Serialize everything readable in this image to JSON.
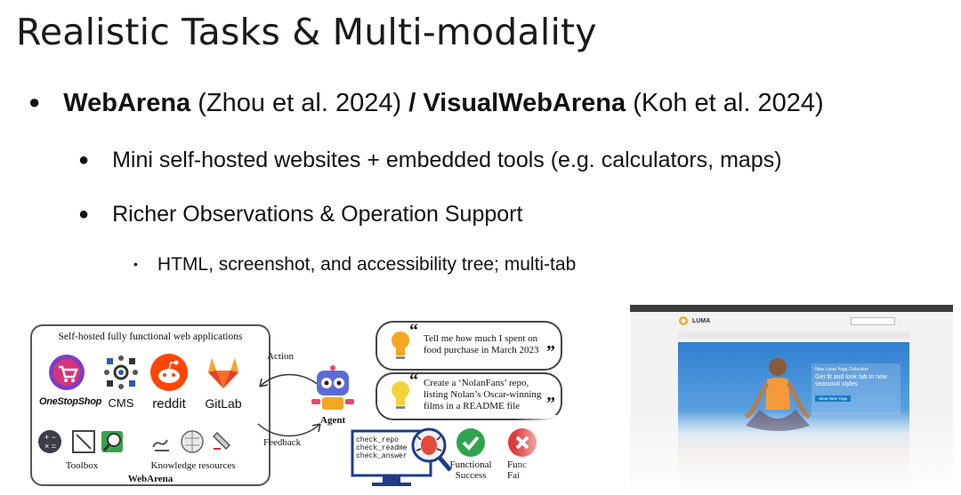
{
  "slide": {
    "title": "Realistic Tasks & Multi-modality",
    "bullets": {
      "l1": {
        "bold1": "WebArena",
        "cite1": " (Zhou et al. 2024) ",
        "slash": "/",
        "bold2": " VisualWebArena",
        "cite2": " (Koh et al. 2024)"
      },
      "l2a": "Mini self-hosted websites + embedded tools (e.g. calculators, maps)",
      "l2b": "Richer Observations & Operation Support",
      "l3": "HTML, screenshot, and accessibility tree; multi-tab"
    },
    "bullet_glyph": "●",
    "small_bullet_glyph": "•"
  },
  "figure": {
    "box_title": "Self-hosted fully functional web applications",
    "box_footer": "WebArena",
    "apps": [
      "OneStopShop",
      "CMS",
      "reddit",
      "GitLab"
    ],
    "toolbox_label": "Toolbox",
    "knowledge_label": "Knowledge resources",
    "action_label": "Action",
    "feedback_label": "Feedback",
    "agent_label": "Agent",
    "task1": [
      "Tell me how much I spent on",
      "food purchase in March 2023"
    ],
    "task2": [
      "Create a ‘NolanFans’ repo,",
      "listing Nolan’s Oscar-winning",
      "films in a README file"
    ],
    "check_lines": [
      "check_repo",
      "check_readme",
      "check_answer"
    ],
    "success_label": [
      "Functional",
      "Success"
    ],
    "fail_label": [
      "Func",
      "Fai"
    ],
    "colors": {
      "onestopshop": "#d9337a",
      "reddit": "#ff4500",
      "gitlab": "#e24329",
      "bulb": "#f5a623",
      "success": "#2ea44f",
      "fail": "#e03a3a"
    }
  },
  "screenshot": {
    "brand": "LUMA",
    "promo_small": "New Luma Yoga Collection",
    "promo_big": [
      "Get fit and look fab in new",
      "seasonal styles"
    ],
    "promo_button": "Shop New Yoga"
  }
}
